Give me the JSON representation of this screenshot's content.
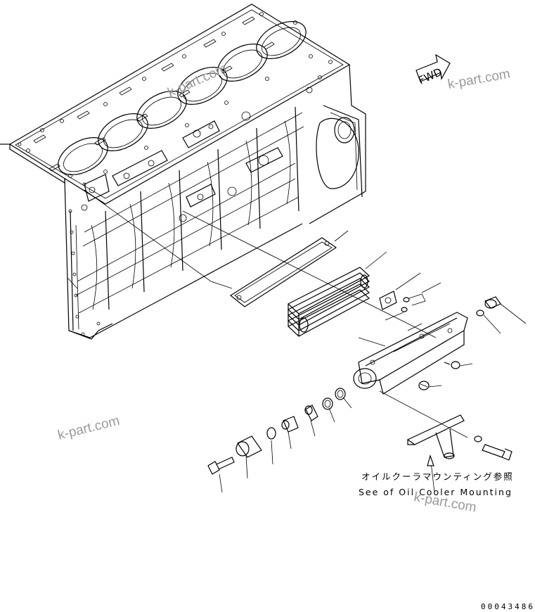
{
  "watermarks": [
    "k-part.com",
    "k-part.com",
    "k-part.com",
    "k-part.com"
  ],
  "fwd_label": "FWD",
  "note_jp": "オイルクーラマウンティング参照",
  "note_en": "See of Oil Cooler Mounting",
  "drawing_number": "00043486"
}
